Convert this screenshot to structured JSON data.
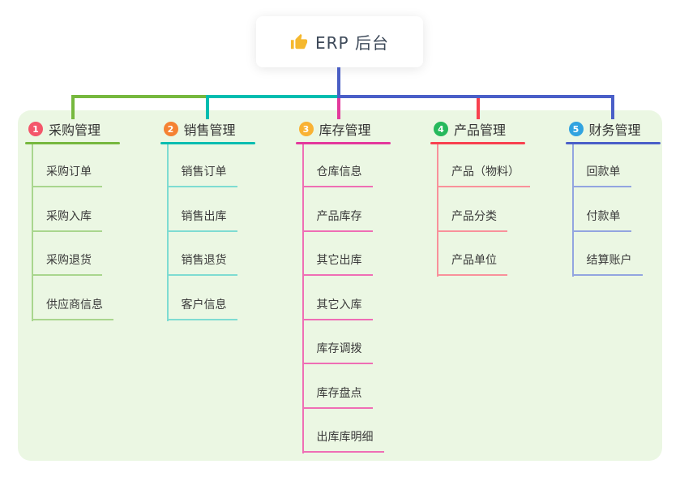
{
  "root": {
    "title": "ERP 后台",
    "icon": "thumbs-up-icon",
    "icon_color": "#f5b82e",
    "connector_color": "#4a5ec4"
  },
  "panel": {
    "bg_color": "#ebf7e3"
  },
  "branches": [
    {
      "num": "1",
      "label": "采购管理",
      "badge_color": "#f4566a",
      "line_color": "#76b83e",
      "child_line_color": "#a9d68e",
      "children": [
        "采购订单",
        "采购入库",
        "采购退货",
        "供应商信息"
      ]
    },
    {
      "num": "2",
      "label": "销售管理",
      "badge_color": "#f58233",
      "line_color": "#00bdb0",
      "child_line_color": "#7edcd2",
      "children": [
        "销售订单",
        "销售出库",
        "销售退货",
        "客户信息"
      ]
    },
    {
      "num": "3",
      "label": "库存管理",
      "badge_color": "#f9b234",
      "line_color": "#e3399c",
      "child_line_color": "#ef6eb5",
      "children": [
        "仓库信息",
        "产品库存",
        "其它出库",
        "其它入库",
        "库存调拨",
        "库存盘点",
        "出库库明细"
      ]
    },
    {
      "num": "4",
      "label": "产品管理",
      "badge_color": "#26b95c",
      "line_color": "#f8414f",
      "child_line_color": "#f9919b",
      "children": [
        "产品（物料）",
        "产品分类",
        "产品单位"
      ]
    },
    {
      "num": "5",
      "label": "财务管理",
      "badge_color": "#31a3e0",
      "line_color": "#4a5fc8",
      "child_line_color": "#93a5e0",
      "children": [
        "回款单",
        "付款单",
        "结算账户"
      ]
    }
  ]
}
